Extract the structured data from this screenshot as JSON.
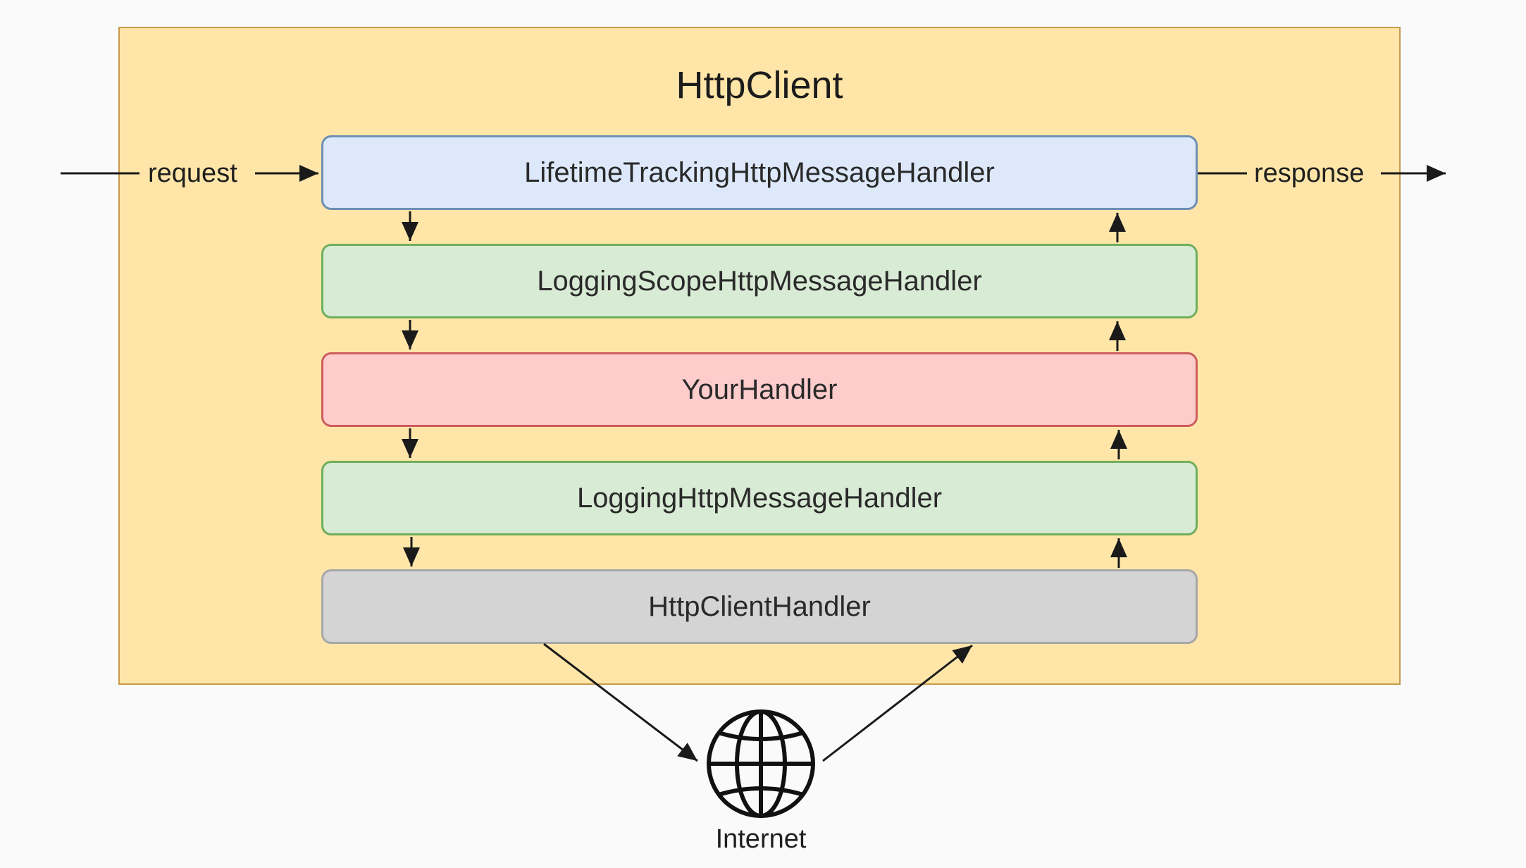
{
  "diagram": {
    "title": "HttpClient",
    "request_label": "request",
    "response_label": "response",
    "handlers": [
      {
        "label": "LifetimeTrackingHttpMessageHandler",
        "color": "#dde9fb"
      },
      {
        "label": "LoggingScopeHttpMessageHandler",
        "color": "#d8ebd4"
      },
      {
        "label": "YourHandler",
        "color": "#ffcccc"
      },
      {
        "label": "LoggingHttpMessageHandler",
        "color": "#d8ebd4"
      },
      {
        "label": "HttpClientHandler",
        "color": "#d4d4d4"
      }
    ],
    "internet": {
      "label": "Internet",
      "icon": "globe-icon"
    },
    "container_color": "#ffe6a8"
  }
}
